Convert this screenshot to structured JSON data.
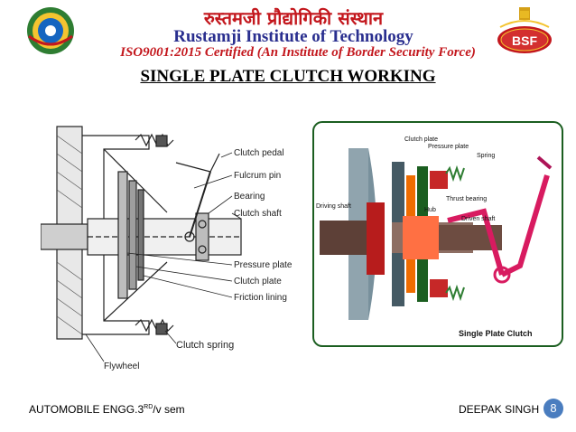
{
  "header": {
    "hindi_name": "रुस्तमजी प्रौद्योगिकी संस्थान",
    "institute_name": "Rustamji Institute of Technology",
    "certification": "ISO9001:2015 Certified (An Institute of Border Security Force)",
    "right_logo_text": "BSF"
  },
  "slide": {
    "title": "SINGLE PLATE CLUTCH WORKING"
  },
  "left_diagram": {
    "labels": [
      "Clutch pedal",
      "Fulcrum pin",
      "Bearing",
      "Clutch shaft",
      "Pressure plate",
      "Clutch plate",
      "Friction lining",
      "Clutch spring",
      "Flywheel"
    ]
  },
  "right_diagram": {
    "labels": [
      "Clutch plate",
      "Pressure plate",
      "Spring",
      "Thrust bearing",
      "Driving shaft",
      "Hub",
      "Driven shaft"
    ],
    "caption": "Single Plate Clutch"
  },
  "footer": {
    "course_prefix": "AUTOMOBILE ENGG.3",
    "course_sup": "RD",
    "course_suffix": "/v sem",
    "author": "DEEPAK SINGH",
    "page_number": "8"
  }
}
